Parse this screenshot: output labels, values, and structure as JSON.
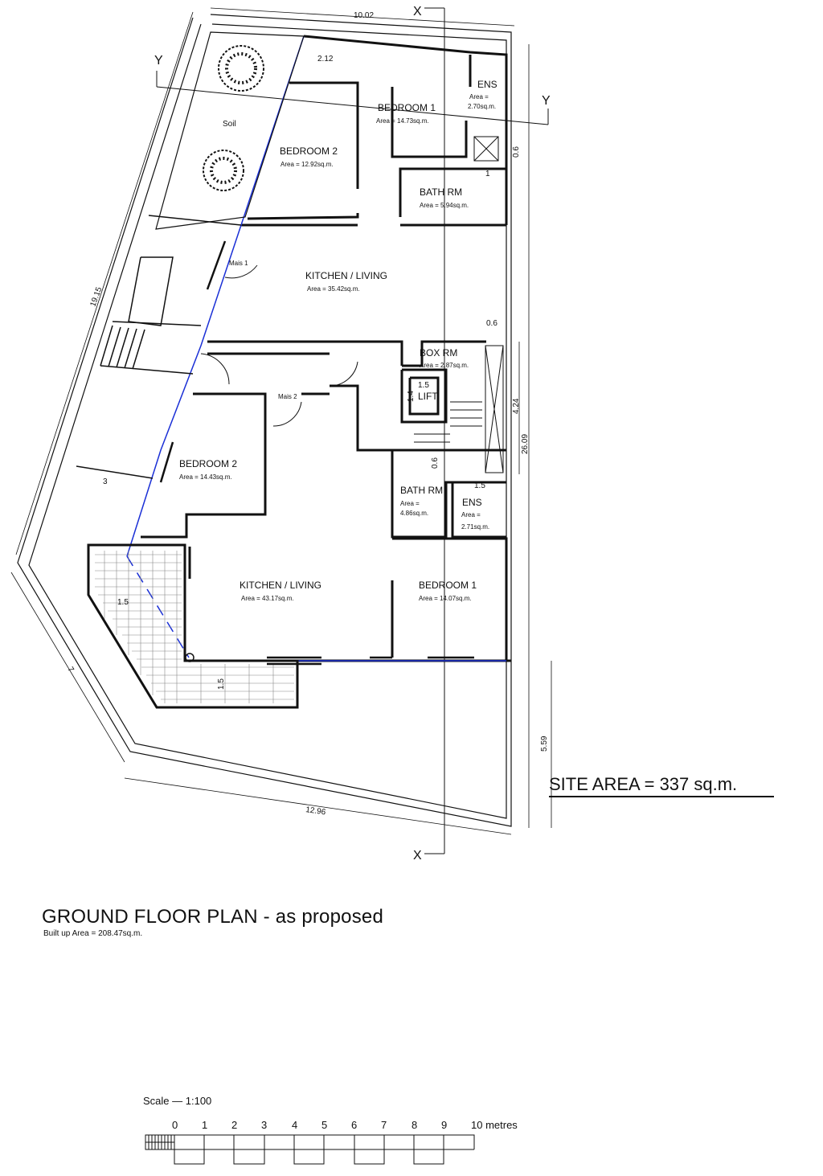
{
  "plan": {
    "title": "GROUND FLOOR PLAN - as proposed",
    "subtitle": "Built up Area = 208.47sq.m.",
    "site_area": "SITE AREA = 337 sq.m."
  },
  "section_marks": {
    "x_top": "X",
    "x_bottom": "X",
    "y_left": "Y",
    "y_right": "Y"
  },
  "rooms": {
    "bedroom1_upper": {
      "name": "BEDROOM 1",
      "area": "Area = 14.73sq.m."
    },
    "ens_upper": {
      "name": "ENS",
      "area_l1": "Area =",
      "area_l2": "2.70sq.m."
    },
    "bedroom2_upper": {
      "name": "BEDROOM 2",
      "area": "Area = 12.92sq.m."
    },
    "bath_upper": {
      "name": "BATH RM",
      "area": "Area = 5.94sq.m."
    },
    "kitchen_upper": {
      "name": "KITCHEN / LIVING",
      "area": "Area = 35.42sq.m."
    },
    "box_rm": {
      "name": "BOX RM",
      "area": "Area = 2.87sq.m."
    },
    "lift": {
      "name": "LIFT"
    },
    "bedroom2_lower": {
      "name": "BEDROOM 2",
      "area": "Area = 14.43sq.m."
    },
    "bath_lower": {
      "name": "BATH RM",
      "area_l1": "Area =",
      "area_l2": "4.86sq.m."
    },
    "ens_lower": {
      "name": "ENS",
      "area_l1": "Area =",
      "area_l2": "2.71sq.m."
    },
    "kitchen_lower": {
      "name": "KITCHEN / LIVING",
      "area": "Area = 43.17sq.m."
    },
    "bedroom1_lower": {
      "name": "BEDROOM 1",
      "area": "Area = 14.07sq.m."
    },
    "soil": {
      "name": "Soil"
    },
    "mais1": {
      "name": "Mais 1"
    },
    "mais2": {
      "name": "Mais 2"
    }
  },
  "dimensions": {
    "top_width": "10.02",
    "left_side": "19.15",
    "bottom_side": "12.96",
    "right_depth": "26.09",
    "right_lower": "5.59",
    "stair_len": "4.24",
    "d_212": "2.12",
    "d_06a": "0.6",
    "d_1": "1",
    "d_06b": "0.6",
    "d_15_lift": "1.5",
    "d_14_lift": "1.4",
    "d_06c": "0.6",
    "d_15_ens": "1.5",
    "d_3": "3",
    "d_15_terrace": "1.5",
    "d_15_terrace2": "1.5",
    "d_7": "7"
  },
  "scale": {
    "label": "Scale  —  1:100",
    "ticks": [
      "0",
      "1",
      "2",
      "3",
      "4",
      "5",
      "6",
      "7",
      "8",
      "9"
    ],
    "end_label": "10 metres"
  },
  "colors": {
    "line": "#111111",
    "boundary": "#1a2fd6",
    "terrace_grid": "#888888"
  }
}
